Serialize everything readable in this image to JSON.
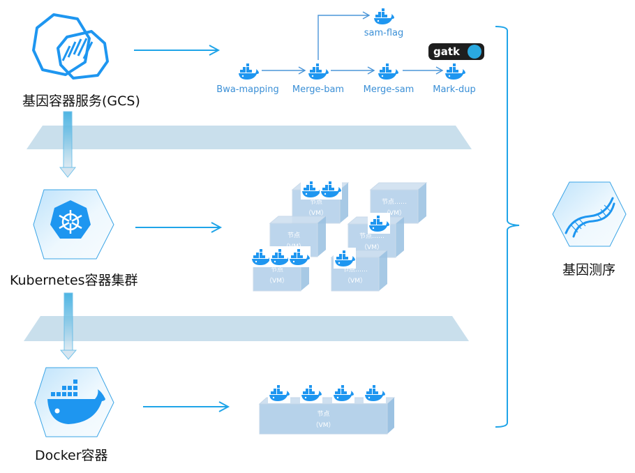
{
  "layers": [
    {
      "id": "gcs",
      "label": "基因容器服务(GCS)",
      "icon": "gcs-hexagon-icon"
    },
    {
      "id": "k8s",
      "label": "Kubernetes容器集群",
      "icon": "kubernetes-helm-icon"
    },
    {
      "id": "docker",
      "label": "Docker容器",
      "icon": "docker-whale-icon"
    }
  ],
  "pipeline": {
    "steps": [
      "Bwa-mapping",
      "Merge-bam",
      "Merge-sam",
      "Mark-dup"
    ],
    "branch": "sam-flag",
    "badge": "gatk"
  },
  "cluster_nodes": [
    {
      "label": "节点",
      "sub": "（VM）",
      "containers": 2
    },
    {
      "label": "节点……",
      "sub": "（VM）",
      "containers": 0
    },
    {
      "label": "节点",
      "sub": "（VM）",
      "containers": 0
    },
    {
      "label": "节点……",
      "sub": "（VM）",
      "containers": 1
    },
    {
      "label": "节点",
      "sub": "（VM）",
      "containers": 3
    },
    {
      "label": "节点……",
      "sub": "（VM）",
      "containers": 1
    }
  ],
  "docker_node": {
    "label": "节点",
    "sub": "（VM）",
    "containers": 4
  },
  "target": {
    "label": "基因测序",
    "icon": "dna-icon"
  },
  "colors": {
    "accent": "#1fa4e8",
    "band": "#c9dfec",
    "node": "#b3d0ea",
    "icon": "#1e96f0"
  }
}
